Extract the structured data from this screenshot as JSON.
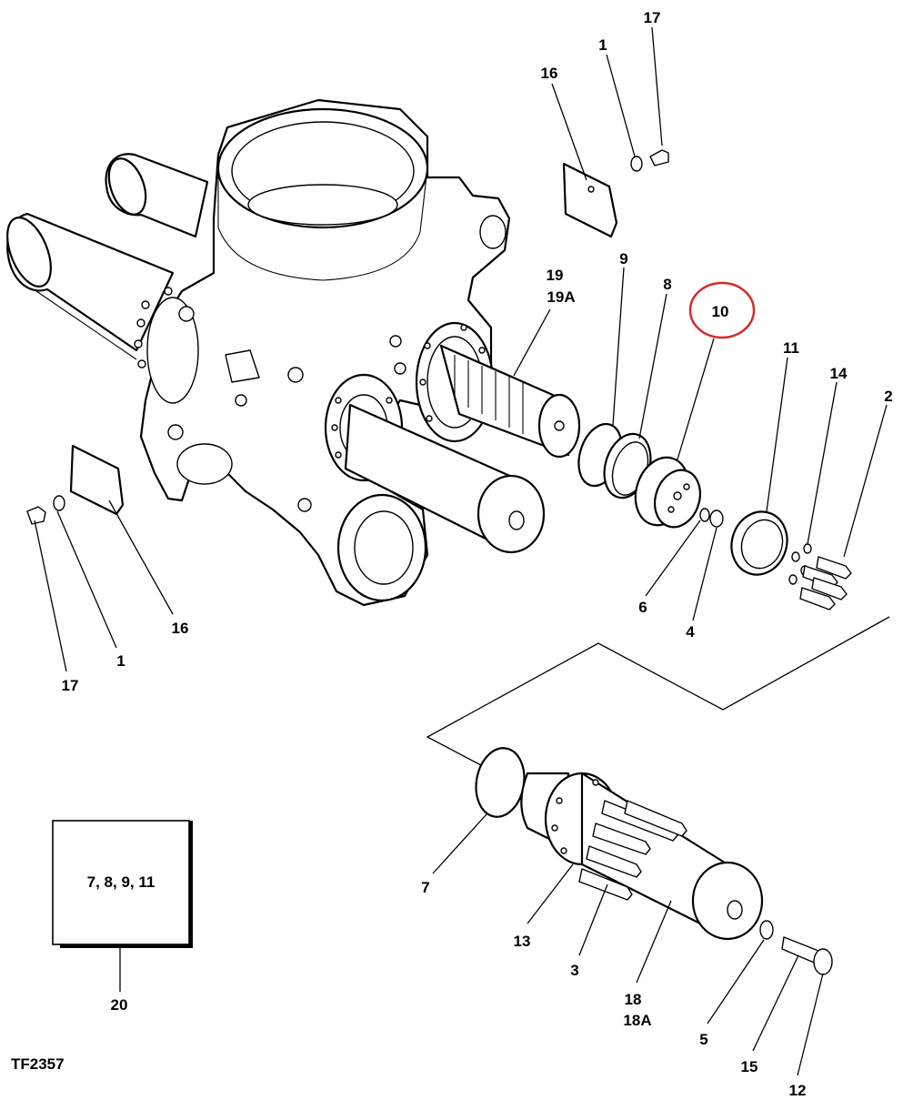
{
  "figure_id": "TF2357",
  "highlight_color": "#d42a2a",
  "legend_box": {
    "text": "7, 8, 9, 11",
    "callout": "20"
  },
  "callouts": {
    "top_1": "1",
    "top_17": "17",
    "top_16": "16",
    "c19": "19",
    "c19a": "19A",
    "c9": "9",
    "c8": "8",
    "c10": "10",
    "c11": "11",
    "c14": "14",
    "c2": "2",
    "c6": "6",
    "c4": "4",
    "left_16": "16",
    "left_1": "1",
    "left_17": "17",
    "c7": "7",
    "c13": "13",
    "c3": "3",
    "c18": "18",
    "c18a": "18A",
    "c5": "5",
    "c15": "15",
    "c12": "12"
  }
}
